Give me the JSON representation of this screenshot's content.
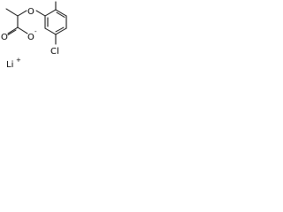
{
  "molecule": {
    "atoms": {
      "ether_oxygen": "O",
      "carbonyl_oxygen": "O",
      "carboxylate_oxygen": "O",
      "carboxylate_charge": "-",
      "chlorine": "Cl",
      "lithium": "Li",
      "lithium_charge": "+"
    },
    "colors": {
      "ink": "#000000",
      "background": "#ffffff"
    }
  }
}
